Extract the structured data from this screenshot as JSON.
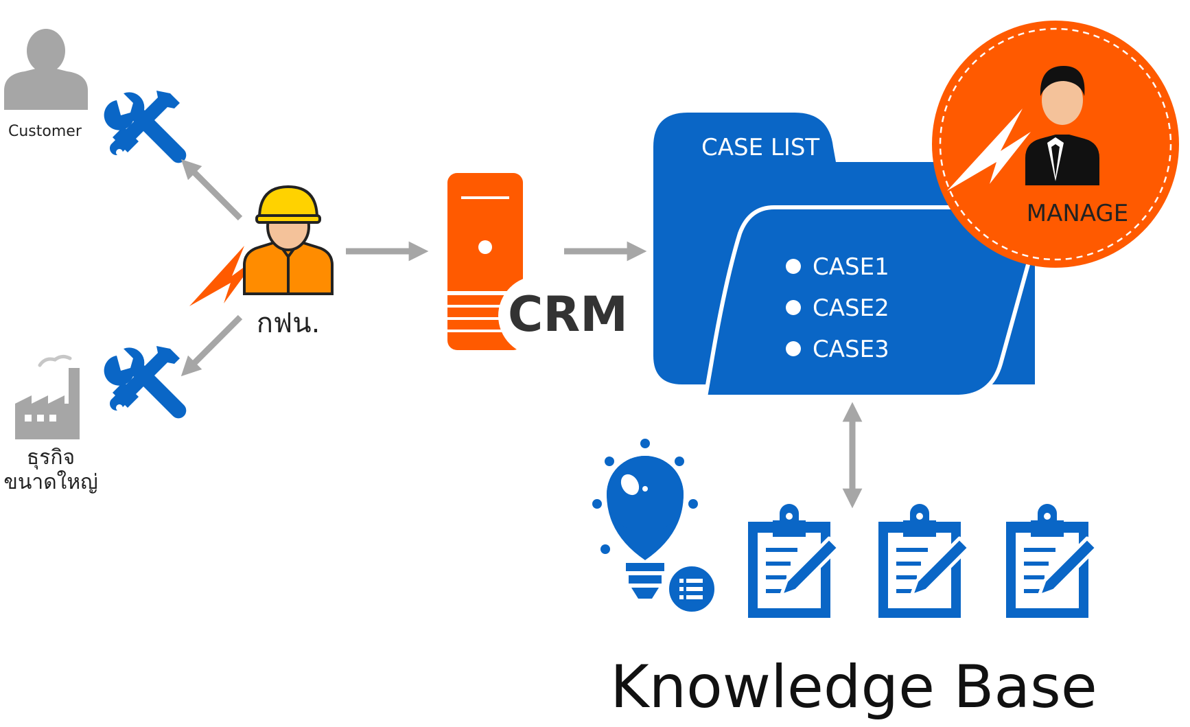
{
  "labels": {
    "customer": "Customer",
    "large_business_line1": "ธุรกิจ",
    "large_business_line2": "ขนาดใหญ่",
    "operator": "กฟน.",
    "crm": "CRM",
    "case_list_title": "CASE LIST",
    "cases": [
      "CASE1",
      "CASE2",
      "CASE3"
    ],
    "manage": "MANAGE",
    "knowledge_base": "Knowledge Base"
  },
  "colors": {
    "blue": "#0a66c6",
    "orange": "#ff5a00",
    "gray": "#a6a6a6",
    "dark": "#222222",
    "white": "#ffffff",
    "helmet_yellow": "#ffd200",
    "skin": "#f4c29a"
  },
  "icons": [
    "person-icon",
    "factory-icon",
    "tools-icon",
    "worker-icon",
    "lightning-icon",
    "server-icon",
    "folder-icon",
    "manager-icon",
    "lightbulb-icon",
    "clipboard-icon"
  ]
}
